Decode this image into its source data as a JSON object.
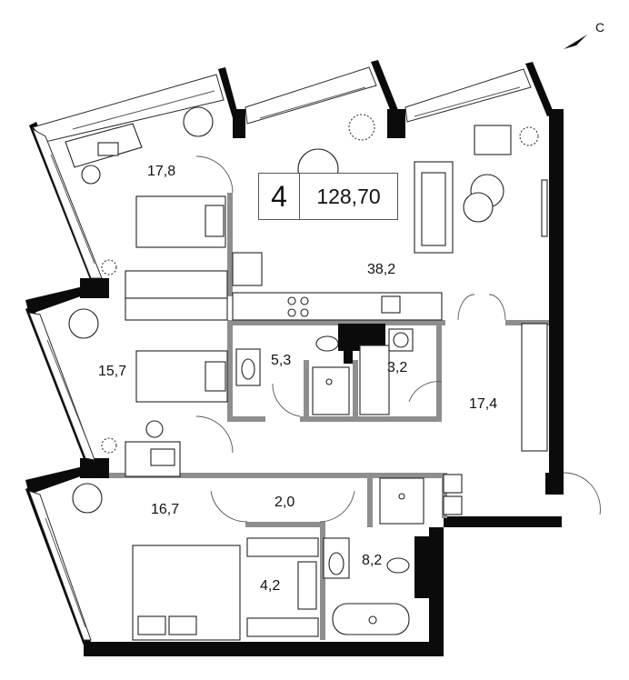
{
  "plan": {
    "rooms_count": "4",
    "total_area": "128,70",
    "compass_label": "С",
    "room_areas": {
      "living": "38,2",
      "bedroom_top": "17,8",
      "bedroom_middle": "15,7",
      "bedroom_bottom": "16,7",
      "bath_middle": "5,3",
      "wc_small": "3,2",
      "hall": "17,4",
      "corridor": "2,0",
      "dressing": "4,2",
      "bath_bottom": "8,2"
    },
    "icons": [
      "compass-arrow-icon",
      "snowflake-icon",
      "plant-icon",
      "bathtub-icon",
      "toilet-icon",
      "sink-icon",
      "shower-icon",
      "washing-machine-icon",
      "stove-icon",
      "bed-icon",
      "sofa-icon",
      "armchair-icon",
      "desk-icon",
      "chair-icon"
    ]
  }
}
